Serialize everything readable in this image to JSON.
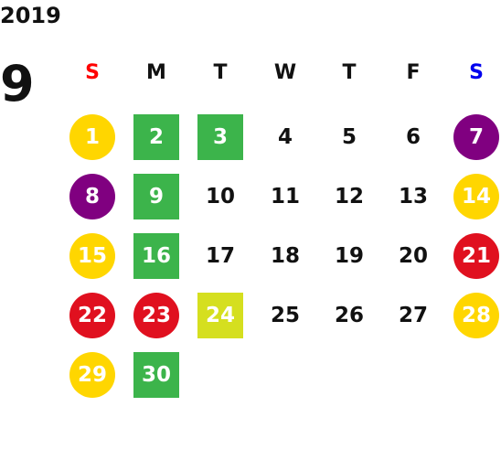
{
  "calendar": {
    "year": "2019",
    "month": "9",
    "weekday_headers": [
      {
        "label": "S",
        "color": "#ff0000"
      },
      {
        "label": "M",
        "color": "#111111"
      },
      {
        "label": "T",
        "color": "#111111"
      },
      {
        "label": "W",
        "color": "#111111"
      },
      {
        "label": "T",
        "color": "#111111"
      },
      {
        "label": "F",
        "color": "#111111"
      },
      {
        "label": "S",
        "color": "#0000ee"
      }
    ],
    "weeks": [
      [
        {
          "label": "1",
          "marker": "circle",
          "color": "#ffd600"
        },
        {
          "label": "2",
          "marker": "square",
          "color": "#3cb44b"
        },
        {
          "label": "3",
          "marker": "square",
          "color": "#3cb44b"
        },
        {
          "label": "4",
          "marker": "none",
          "color": ""
        },
        {
          "label": "5",
          "marker": "none",
          "color": ""
        },
        {
          "label": "6",
          "marker": "none",
          "color": ""
        },
        {
          "label": "7",
          "marker": "circle",
          "color": "#800080"
        }
      ],
      [
        {
          "label": "8",
          "marker": "circle",
          "color": "#800080"
        },
        {
          "label": "9",
          "marker": "square",
          "color": "#3cb44b"
        },
        {
          "label": "10",
          "marker": "none",
          "color": ""
        },
        {
          "label": "11",
          "marker": "none",
          "color": ""
        },
        {
          "label": "12",
          "marker": "none",
          "color": ""
        },
        {
          "label": "13",
          "marker": "none",
          "color": ""
        },
        {
          "label": "14",
          "marker": "circle",
          "color": "#ffd600"
        }
      ],
      [
        {
          "label": "15",
          "marker": "circle",
          "color": "#ffd600"
        },
        {
          "label": "16",
          "marker": "square",
          "color": "#3cb44b"
        },
        {
          "label": "17",
          "marker": "none",
          "color": ""
        },
        {
          "label": "18",
          "marker": "none",
          "color": ""
        },
        {
          "label": "19",
          "marker": "none",
          "color": ""
        },
        {
          "label": "20",
          "marker": "none",
          "color": ""
        },
        {
          "label": "21",
          "marker": "circle",
          "color": "#e0101f"
        }
      ],
      [
        {
          "label": "22",
          "marker": "circle",
          "color": "#e0101f"
        },
        {
          "label": "23",
          "marker": "circle",
          "color": "#e0101f"
        },
        {
          "label": "24",
          "marker": "square",
          "color": "#d5df1f"
        },
        {
          "label": "25",
          "marker": "none",
          "color": ""
        },
        {
          "label": "26",
          "marker": "none",
          "color": ""
        },
        {
          "label": "27",
          "marker": "none",
          "color": ""
        },
        {
          "label": "28",
          "marker": "circle",
          "color": "#ffd600"
        }
      ],
      [
        {
          "label": "29",
          "marker": "circle",
          "color": "#ffd600"
        },
        {
          "label": "30",
          "marker": "square",
          "color": "#3cb44b"
        }
      ]
    ]
  }
}
